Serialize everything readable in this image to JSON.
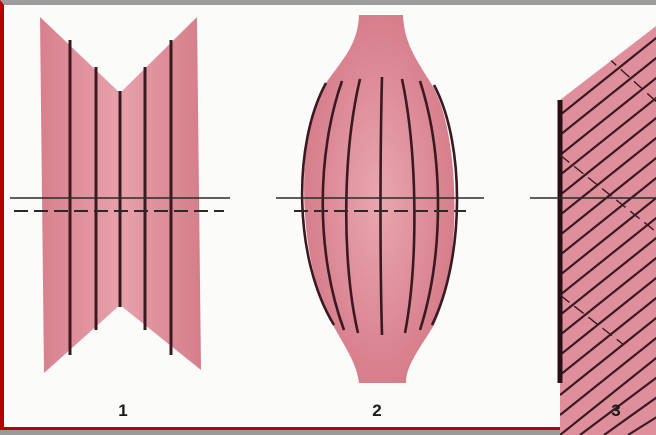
{
  "figure": {
    "labels": [
      "1",
      "2",
      "3"
    ],
    "colors": {
      "muscle_fill": "#d9838f",
      "muscle_light": "#e8a3ab",
      "fiber_line": "#3a1a22",
      "axis_line": "#2a2a2a",
      "background": "#fbfbfa",
      "frame_red": "#b40000"
    }
  }
}
